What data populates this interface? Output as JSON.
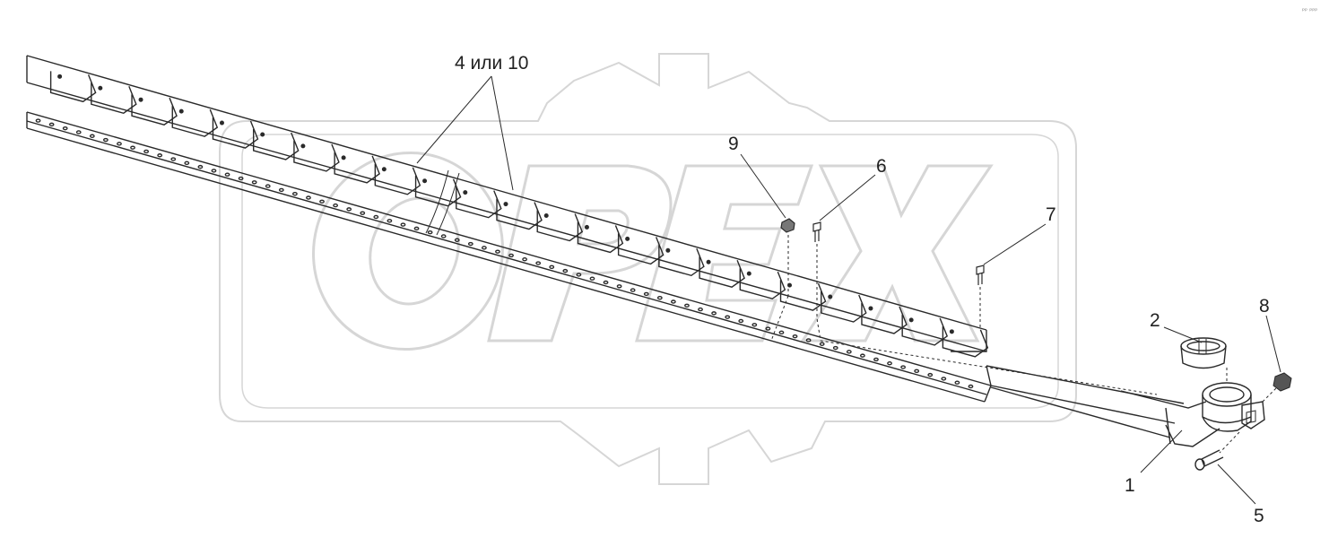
{
  "diagram": {
    "callouts": {
      "c1": "1",
      "c2": "2",
      "c4_10": "4 или 10",
      "c5": "5",
      "c6": "6",
      "c7": "7",
      "c8": "8",
      "c9": "9"
    },
    "watermark": {
      "text": "ОРЕХ"
    },
    "corner_mark": "ᵖᵖ ᵖᵖᵖ",
    "colors": {
      "line": "#2a2a2a",
      "watermark": "#d6d6d6",
      "background": "#ffffff"
    }
  }
}
